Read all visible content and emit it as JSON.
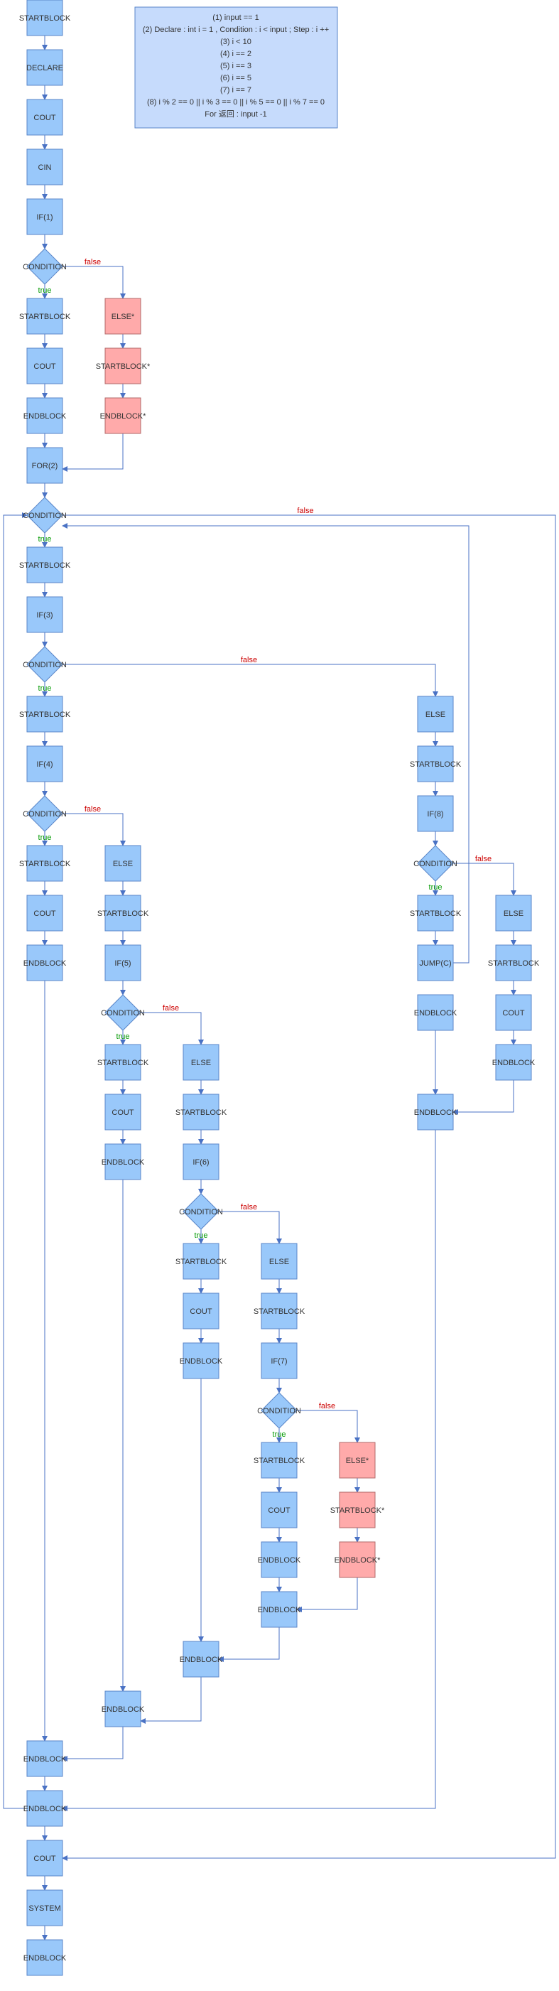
{
  "colors": {
    "node_fill": "#99c8fa",
    "node_stroke": "#5a86c8",
    "pink_fill": "#ffaaaa",
    "pink_stroke": "#b06a6a",
    "note_fill": "#c6dbfc",
    "edge": "#4a72c4",
    "false_label": "#cc0000",
    "true_label": "#009900"
  },
  "note": {
    "lines": [
      "(1) input == 1",
      "(2)  Declare : int i = 1  , Condition : i < input ; Step : i ++",
      "(3) i < 10",
      "(4) i == 2",
      "(5) i == 3",
      "(6) i == 5",
      "(7) i == 7",
      "(8) i % 2 == 0 || i % 3 == 0 || i % 5 == 0 || i % 7 == 0",
      "For  返回 : input -1"
    ]
  },
  "labels": {
    "true": "true",
    "false": "false"
  },
  "nodes": [
    {
      "id": "n1",
      "text": "STARTBLOCK",
      "shape": "rect"
    },
    {
      "id": "n2",
      "text": "DECLARE",
      "shape": "rect"
    },
    {
      "id": "n3",
      "text": "COUT",
      "shape": "rect"
    },
    {
      "id": "n4",
      "text": "CIN",
      "shape": "rect"
    },
    {
      "id": "n5",
      "text": "IF(1)",
      "shape": "rect"
    },
    {
      "id": "d1",
      "text": "CONDITION",
      "shape": "diamond"
    },
    {
      "id": "n6",
      "text": "STARTBLOCK",
      "shape": "rect"
    },
    {
      "id": "n7",
      "text": "COUT",
      "shape": "rect"
    },
    {
      "id": "n8",
      "text": "ENDBLOCK",
      "shape": "rect"
    },
    {
      "id": "p1",
      "text": "ELSE*",
      "shape": "pink"
    },
    {
      "id": "p2",
      "text": "STARTBLOCK*",
      "shape": "pink"
    },
    {
      "id": "p3",
      "text": "ENDBLOCK*",
      "shape": "pink"
    },
    {
      "id": "n9",
      "text": "FOR(2)",
      "shape": "rect"
    },
    {
      "id": "d2",
      "text": "CONDITION",
      "shape": "diamond"
    },
    {
      "id": "n10",
      "text": "STARTBLOCK",
      "shape": "rect"
    },
    {
      "id": "n11",
      "text": "IF(3)",
      "shape": "rect"
    },
    {
      "id": "d3",
      "text": "CONDITION",
      "shape": "diamond"
    },
    {
      "id": "n12",
      "text": "STARTBLOCK",
      "shape": "rect"
    },
    {
      "id": "n13",
      "text": "IF(4)",
      "shape": "rect"
    },
    {
      "id": "d4",
      "text": "CONDITION",
      "shape": "diamond"
    },
    {
      "id": "n14",
      "text": "STARTBLOCK",
      "shape": "rect"
    },
    {
      "id": "n15",
      "text": "COUT",
      "shape": "rect"
    },
    {
      "id": "n16",
      "text": "ENDBLOCK",
      "shape": "rect"
    },
    {
      "id": "n17",
      "text": "ELSE",
      "shape": "rect"
    },
    {
      "id": "n18",
      "text": "STARTBLOCK",
      "shape": "rect"
    },
    {
      "id": "n19",
      "text": "IF(5)",
      "shape": "rect"
    },
    {
      "id": "d5",
      "text": "CONDITION",
      "shape": "diamond"
    },
    {
      "id": "n20",
      "text": "STARTBLOCK",
      "shape": "rect"
    },
    {
      "id": "n21",
      "text": "COUT",
      "shape": "rect"
    },
    {
      "id": "n22",
      "text": "ENDBLOCK",
      "shape": "rect"
    },
    {
      "id": "n23",
      "text": "ELSE",
      "shape": "rect"
    },
    {
      "id": "n24",
      "text": "STARTBLOCK",
      "shape": "rect"
    },
    {
      "id": "n25",
      "text": "IF(6)",
      "shape": "rect"
    },
    {
      "id": "d6",
      "text": "CONDITION",
      "shape": "diamond"
    },
    {
      "id": "n26",
      "text": "STARTBLOCK",
      "shape": "rect"
    },
    {
      "id": "n27",
      "text": "COUT",
      "shape": "rect"
    },
    {
      "id": "n28",
      "text": "ENDBLOCK",
      "shape": "rect"
    },
    {
      "id": "n29",
      "text": "ELSE",
      "shape": "rect"
    },
    {
      "id": "n30",
      "text": "STARTBLOCK",
      "shape": "rect"
    },
    {
      "id": "n31",
      "text": "IF(7)",
      "shape": "rect"
    },
    {
      "id": "d7",
      "text": "CONDITION",
      "shape": "diamond"
    },
    {
      "id": "n32",
      "text": "STARTBLOCK",
      "shape": "rect"
    },
    {
      "id": "n33",
      "text": "COUT",
      "shape": "rect"
    },
    {
      "id": "n34",
      "text": "ENDBLOCK",
      "shape": "rect"
    },
    {
      "id": "p4",
      "text": "ELSE*",
      "shape": "pink"
    },
    {
      "id": "p5",
      "text": "STARTBLOCK*",
      "shape": "pink"
    },
    {
      "id": "p6",
      "text": "ENDBLOCK*",
      "shape": "pink"
    },
    {
      "id": "n35",
      "text": "ENDBLOCK",
      "shape": "rect"
    },
    {
      "id": "n36",
      "text": "ENDBLOCK",
      "shape": "rect"
    },
    {
      "id": "n37",
      "text": "ENDBLOCK",
      "shape": "rect"
    },
    {
      "id": "n38",
      "text": "ENDBLOCK",
      "shape": "rect"
    },
    {
      "id": "n39",
      "text": "ELSE",
      "shape": "rect"
    },
    {
      "id": "n40",
      "text": "STARTBLOCK",
      "shape": "rect"
    },
    {
      "id": "n41",
      "text": "IF(8)",
      "shape": "rect"
    },
    {
      "id": "d8",
      "text": "CONDITION",
      "shape": "diamond"
    },
    {
      "id": "n42",
      "text": "STARTBLOCK",
      "shape": "rect"
    },
    {
      "id": "n43",
      "text": "JUMP(C)",
      "shape": "rect"
    },
    {
      "id": "n44",
      "text": "ENDBLOCK",
      "shape": "rect"
    },
    {
      "id": "n45",
      "text": "ELSE",
      "shape": "rect"
    },
    {
      "id": "n46",
      "text": "STARTBLOCK",
      "shape": "rect"
    },
    {
      "id": "n47",
      "text": "COUT",
      "shape": "rect"
    },
    {
      "id": "n48",
      "text": "ENDBLOCK",
      "shape": "rect"
    },
    {
      "id": "n49",
      "text": "ENDBLOCK",
      "shape": "rect"
    },
    {
      "id": "n50",
      "text": "ENDBLOCK",
      "shape": "rect"
    },
    {
      "id": "n51",
      "text": "COUT",
      "shape": "rect"
    },
    {
      "id": "n52",
      "text": "SYSTEM",
      "shape": "rect"
    },
    {
      "id": "n53",
      "text": "ENDBLOCK",
      "shape": "rect"
    }
  ]
}
